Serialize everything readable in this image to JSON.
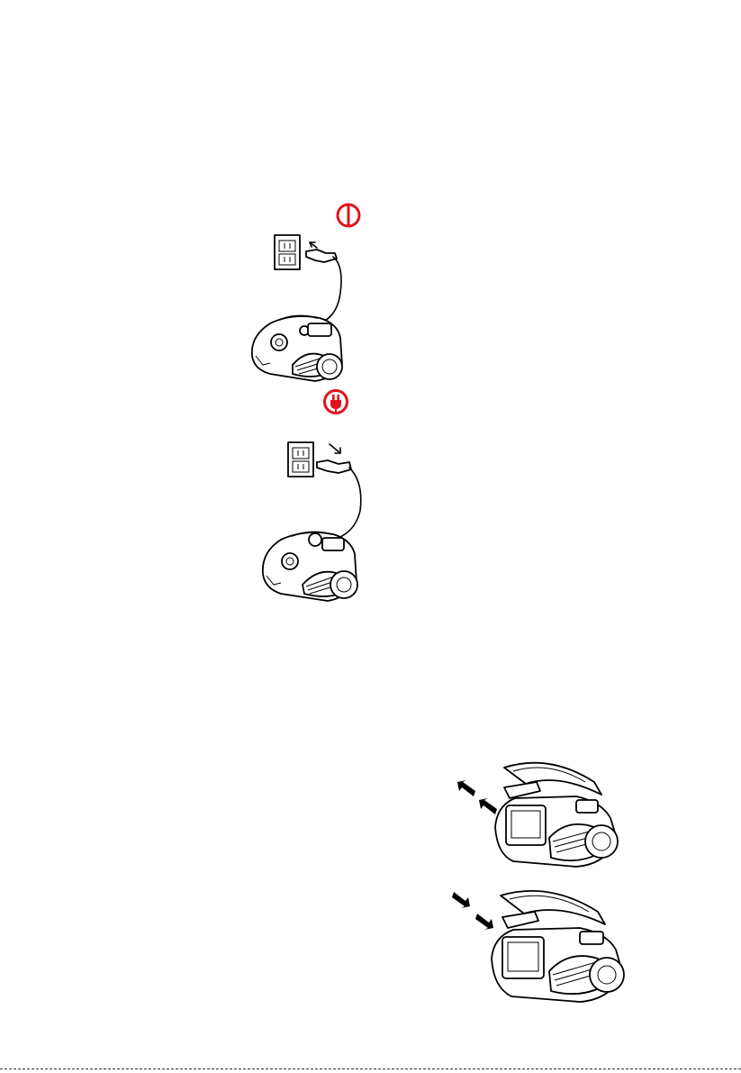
{
  "page": {
    "icons": {
      "power_off": "power-switch-off-icon",
      "unplug": "unplug-power-icon"
    },
    "accent_color": "#e0141e",
    "figures": [
      {
        "name": "figure-switch-off",
        "depicts": "vacuum-cleaner-plugged-in"
      },
      {
        "name": "figure-unplug",
        "depicts": "vacuum-cleaner-unplugging"
      },
      {
        "name": "figure-remove-bag",
        "depicts": "dust-bag-removal"
      },
      {
        "name": "figure-insert-bag",
        "depicts": "dust-bag-insertion"
      }
    ]
  }
}
